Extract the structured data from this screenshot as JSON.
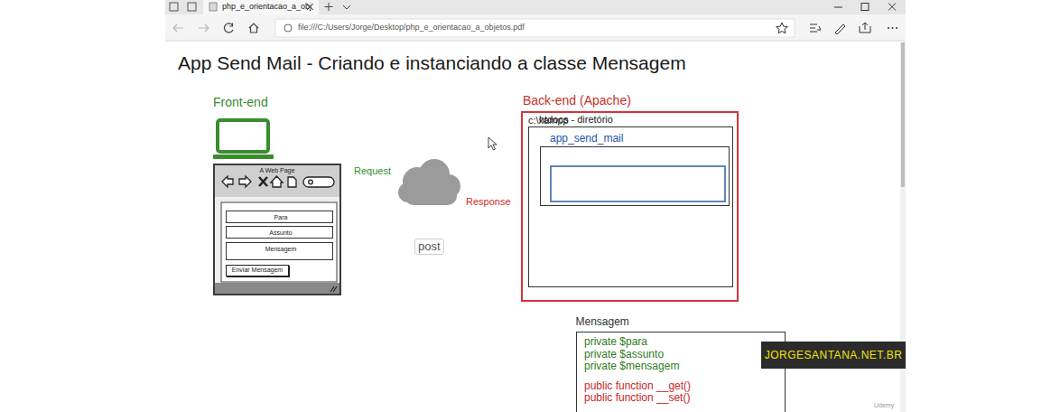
{
  "diagram": {
    "title": "App Send Mail - Criando e instanciando a classe Mensagem",
    "nodes": [
      {
        "text": [
          "A Web Page"
        ]
      },
      {
        "text": [
          "Para"
        ],
        "in": 0
      },
      {
        "text": [
          "Assunto"
        ],
        "in": 0
      },
      {
        "text": [
          "Mensagem"
        ],
        "in": 0
      },
      {
        "text": [
          "Enviar Mensagem"
        ],
        "in": 0
      },
      {
        "text": [
          "Back-end (Apache)",
          "c:\\xampp"
        ]
      },
      {
        "text": [
          "htdocs - diretório"
        ],
        "in": 5
      },
      {
        "text": [
          "app_send_mail"
        ],
        "in": 6
      },
      {
        "text": [
          "Mensagem",
          "private $para",
          "private $assunto",
          "private $mensagem",
          "public function __get()",
          "public function __set()"
        ]
      }
    ],
    "edges": [
      {
        "from": 0,
        "to": 5,
        "label": "Request",
        "arrow": "to"
      },
      {
        "from": 5,
        "to": 0,
        "label": "Response",
        "arrow": "to"
      },
      {
        "from": 0,
        "to": 5,
        "label": "post",
        "arrow": "to"
      },
      {
        "from": 8,
        "to": 7,
        "arrow": "to"
      }
    ],
    "labels": [
      "php_e_orientacao_a_obj",
      "file:///C:/Users/Jorge/Desktop/php_e_orientacao_a_objetos.pdf",
      "Front-end",
      "JORGESANTANA.NET.BR",
      "Udemy"
    ]
  }
}
